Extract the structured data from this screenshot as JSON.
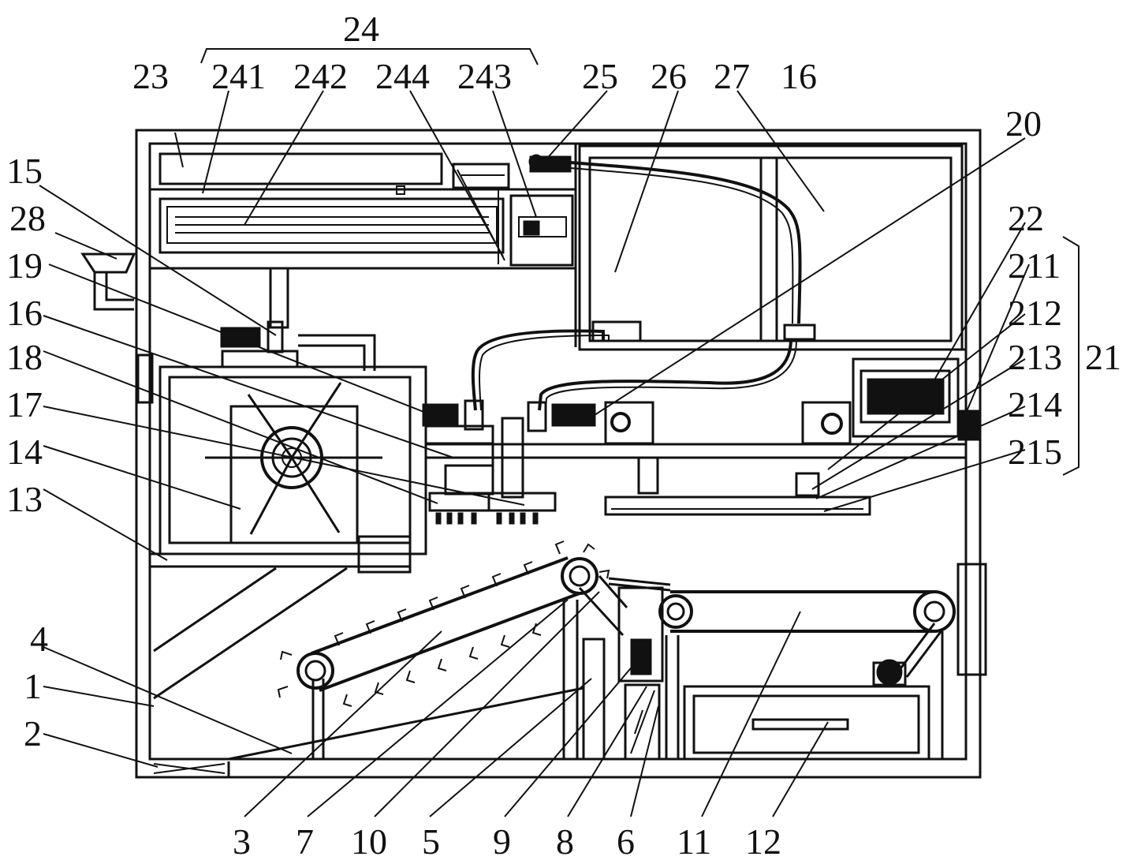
{
  "labels": {
    "l24": "24",
    "l23": "23",
    "l241": "241",
    "l242": "242",
    "l244": "244",
    "l243": "243",
    "l25": "25",
    "l26": "26",
    "l27": "27",
    "l16a": "16",
    "l20": "20",
    "l15": "15",
    "l28": "28",
    "l19": "19",
    "l16b": "16",
    "l18": "18",
    "l17": "17",
    "l14": "14",
    "l13": "13",
    "l22": "22",
    "l211": "211",
    "l212": "212",
    "l213": "213",
    "l21": "21",
    "l214": "214",
    "l215": "215",
    "l4": "4",
    "l1": "1",
    "l2": "2",
    "l3": "3",
    "l7": "7",
    "l10": "10",
    "l5": "5",
    "l9": "9",
    "l8": "8",
    "l6": "6",
    "l11": "11",
    "l12": "12"
  }
}
